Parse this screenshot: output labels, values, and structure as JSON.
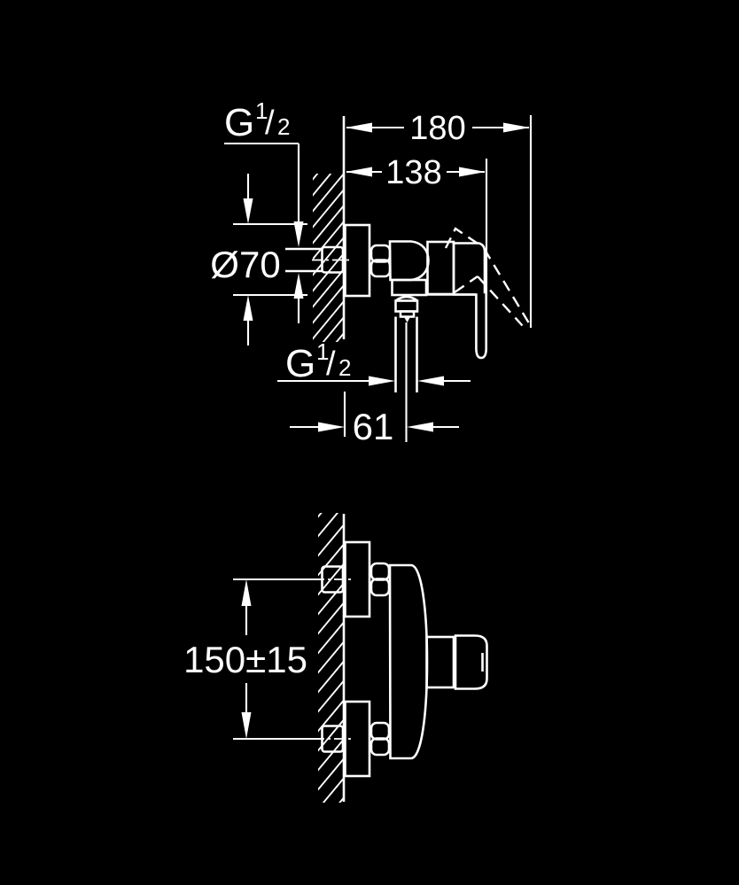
{
  "colors": {
    "background": "#000000",
    "line": "#ffffff"
  },
  "side_view": {
    "labels": {
      "thread_top": {
        "base": "G",
        "num": "1",
        "slash": "/",
        "den": "2"
      },
      "overall_depth": "180",
      "depth_to_handle": "138",
      "rosette_diameter": "Ø70",
      "thread_outlet": {
        "base": "G",
        "num": "1",
        "slash": "/",
        "den": "2"
      },
      "outlet_offset": "61"
    }
  },
  "top_view": {
    "labels": {
      "connection_distance": "150±15"
    }
  }
}
